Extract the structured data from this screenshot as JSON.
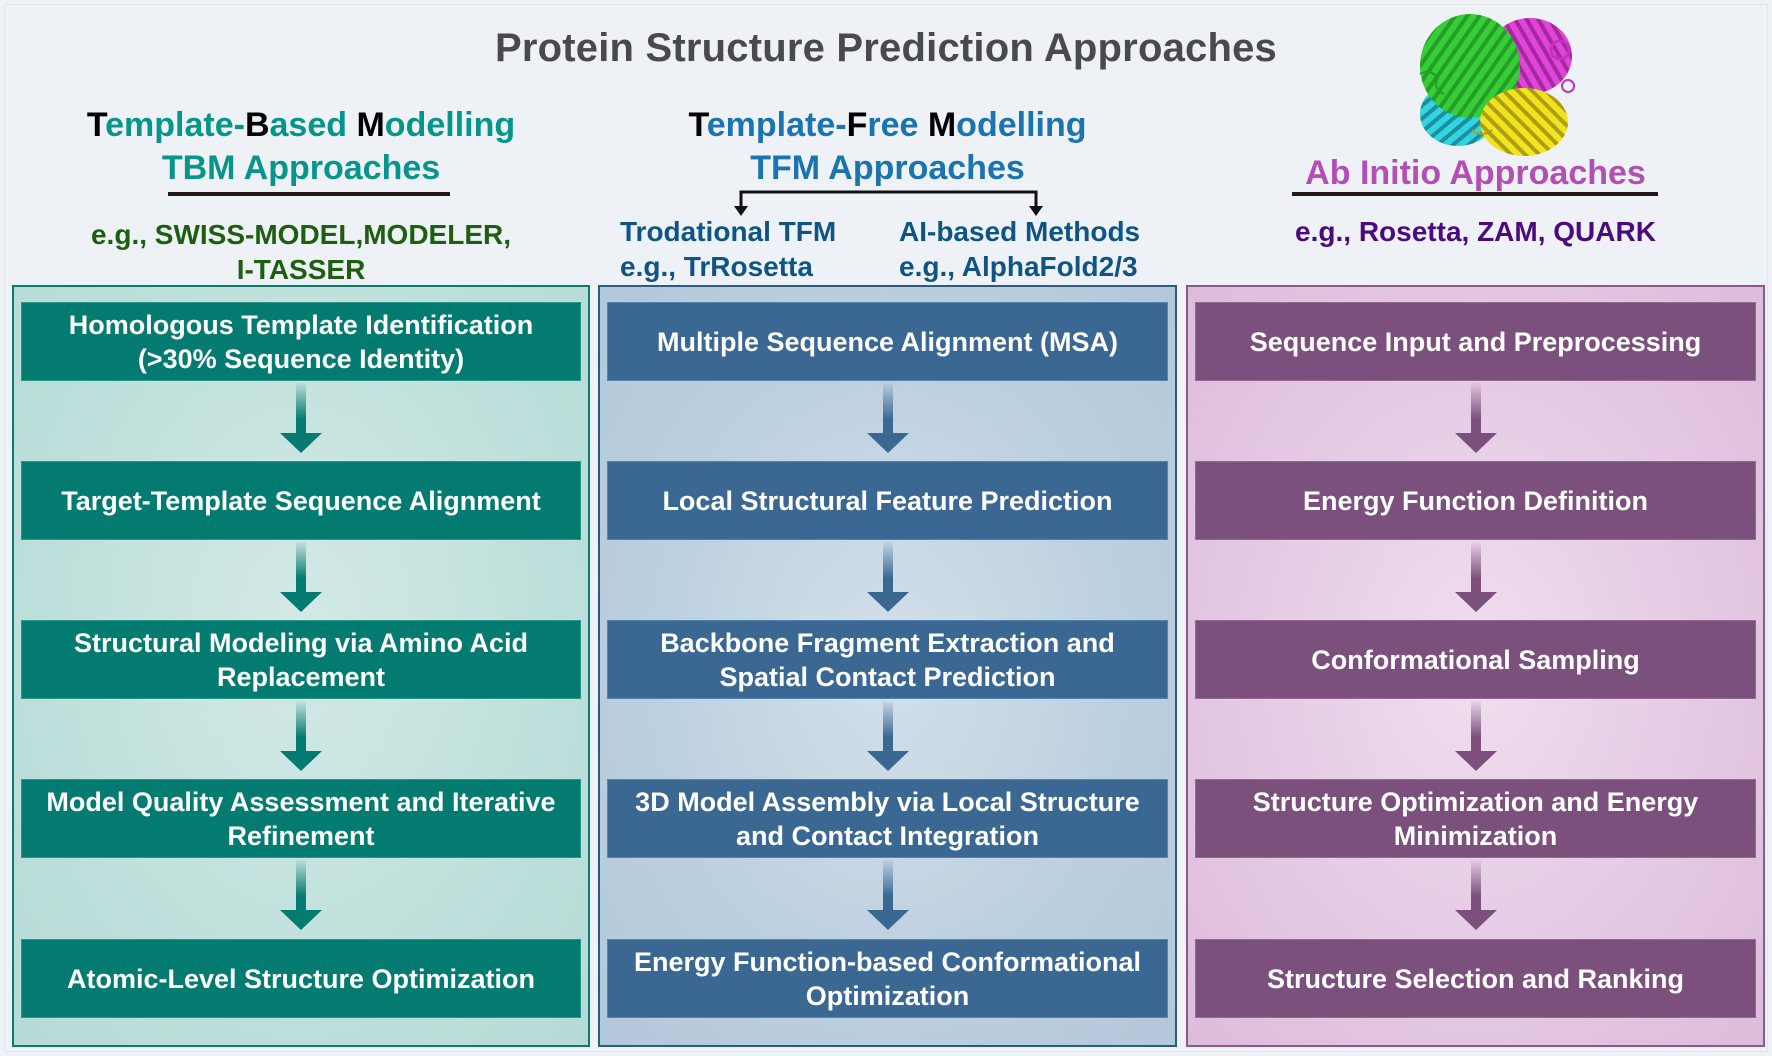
{
  "title": "Protein Structure Prediction Approaches",
  "colors": {
    "background": "#eef2f6",
    "title": "#4a4a4a",
    "tbm_accent": "#05958a",
    "tbm_examples": "#1d5e10",
    "tbm_box": "#037b70",
    "tbm_panel": "#bfe0dc",
    "tfm_accent": "#1a74b0",
    "tfm_sub": "#0e5585",
    "tfm_box": "#3a6893",
    "tfm_panel": "#bccfdf",
    "abi_accent": "#b14fb5",
    "abi_examples": "#4b0a7e",
    "abi_box": "#7b507c",
    "abi_panel": "#e4c8e3"
  },
  "columns": {
    "tbm": {
      "heading_parts": [
        {
          "text": "T",
          "key": true
        },
        {
          "text": "emplate-",
          "key": false
        },
        {
          "text": "B",
          "key": true
        },
        {
          "text": "ased ",
          "key": false
        },
        {
          "text": "M",
          "key": true
        },
        {
          "text": "odelling",
          "key": false
        }
      ],
      "subheading": "TBM Approaches",
      "examples_line1": "e.g., SWISS-MODEL,MODELER,",
      "examples_line2": "I-TASSER",
      "steps": [
        "Homologous Template Identification (>30% Sequence Identity)",
        "Target-Template Sequence Alignment",
        "Structural Modeling via Amino Acid Replacement",
        "Model Quality Assessment and Iterative Refinement",
        "Atomic-Level Structure Optimization"
      ]
    },
    "tfm": {
      "heading_parts": [
        {
          "text": "T",
          "key": true
        },
        {
          "text": "emplate-",
          "key": false
        },
        {
          "text": "F",
          "key": true
        },
        {
          "text": "ree ",
          "key": false
        },
        {
          "text": "M",
          "key": true
        },
        {
          "text": "odelling",
          "key": false
        }
      ],
      "subheading": "TFM Approaches",
      "branches": [
        {
          "label": "Trodational TFM",
          "examples": "e.g., TrRosetta"
        },
        {
          "label": "AI-based Methods",
          "examples": "e.g., AlphaFold2/3"
        }
      ],
      "steps": [
        "Multiple Sequence Alignment (MSA)",
        "Local Structural Feature Prediction",
        "Backbone Fragment Extraction and Spatial Contact Prediction",
        "3D Model Assembly via Local Structure and Contact Integration",
        "Energy Function-based Conformational Optimization"
      ]
    },
    "abi": {
      "subheading": "Ab Initio Approaches",
      "examples": "e.g., Rosetta, ZAM, QUARK",
      "image": "protein-ribbon-structure",
      "steps": [
        "Sequence Input and Preprocessing",
        "Energy Function Definition",
        "Conformational Sampling",
        "Structure Optimization and Energy Minimization",
        "Structure Selection and Ranking"
      ]
    }
  }
}
